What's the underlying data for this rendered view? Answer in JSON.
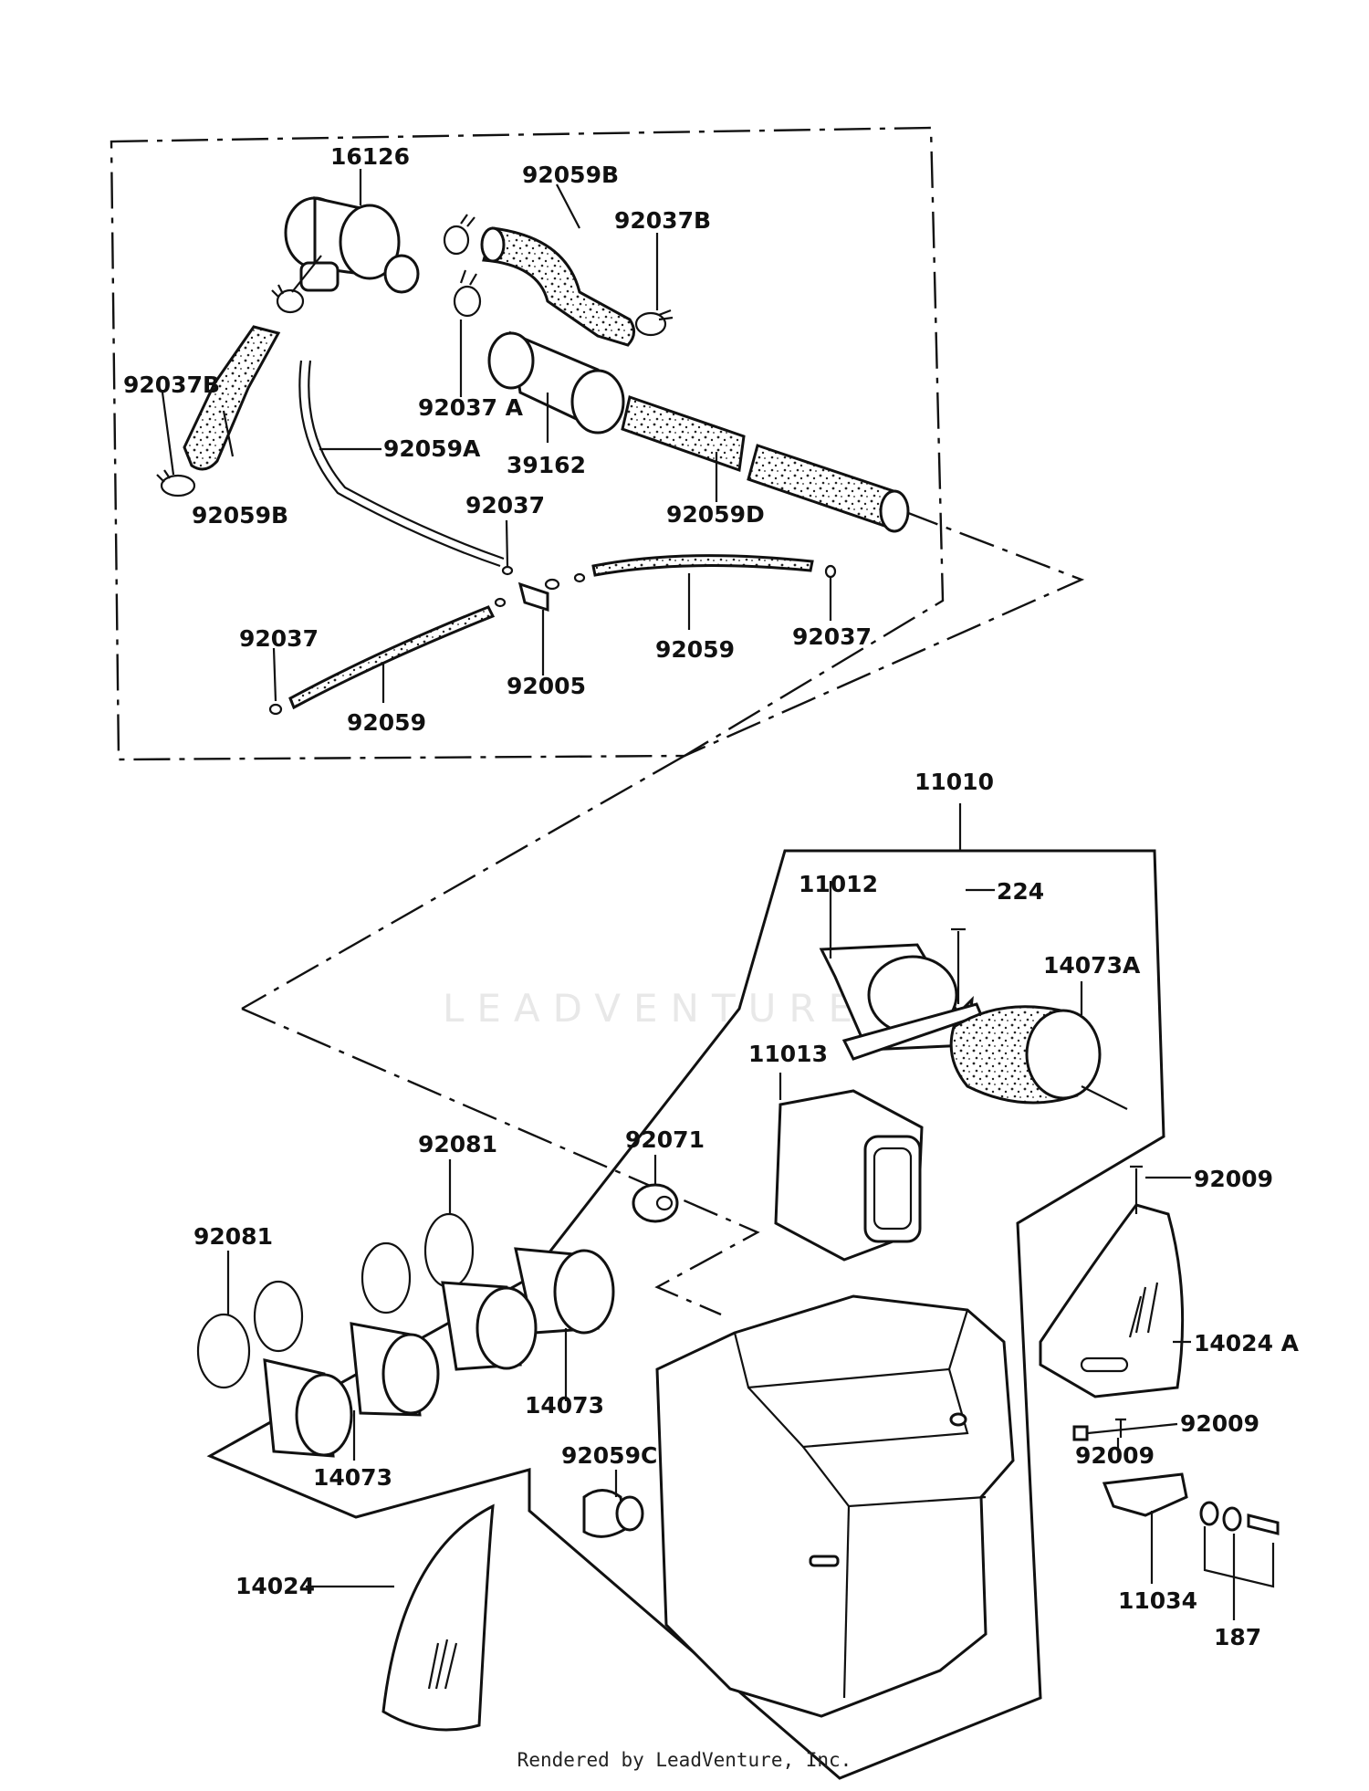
{
  "labels": {
    "p16126": "16126",
    "p92059b_top": "92059B",
    "p92037b_top": "92037B",
    "p92037b_left": "92037B",
    "p92059b_left": "92059B",
    "p92037a": "92037 A",
    "p92059a": "92059A",
    "p39162": "39162",
    "p92059d": "92059D",
    "p92037_mid": "92037",
    "p92037_left": "92037",
    "p92037_right": "92037",
    "p92059_right": "92059",
    "p92059_left": "92059",
    "p92005": "92005",
    "p11010": "11010",
    "p11012": "11012",
    "p224": "224",
    "p14073a": "14073A",
    "p11013": "11013",
    "p92081_top": "92081",
    "p92081_left": "92081",
    "p92071": "92071",
    "p92009_top": "92009",
    "p14024a": "14024 A",
    "p14073_right": "14073",
    "p14073_left": "14073",
    "p92059c": "92059C",
    "p92009_mid": "92009",
    "p92009_low": "92009",
    "p14024": "14024",
    "p11034": "11034",
    "p187": "187"
  },
  "watermark": "LEADVENTURE",
  "footer": "Rendered by LeadVenture, Inc."
}
